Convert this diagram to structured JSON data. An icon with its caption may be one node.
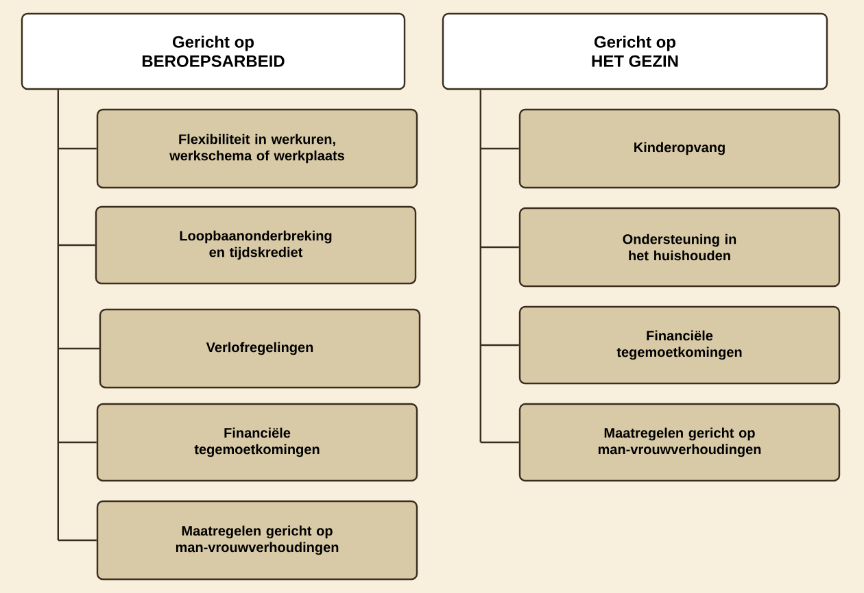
{
  "diagram": {
    "nodes": [
      {
        "text": [
          "Gericht op",
          "BEROEPSARBEID"
        ]
      },
      {
        "text": [
          "Flexibiliteit in werkuren, werkschema of werkplaats"
        ]
      },
      {
        "text": [
          "Loopbaanonderbreking en tijdskrediet"
        ]
      },
      {
        "text": [
          "Verlofregelingen"
        ]
      },
      {
        "text": [
          "Financiële tegemoetkomingen"
        ]
      },
      {
        "text": [
          "Maatregelen gericht op man-vrouwverhoudingen"
        ]
      },
      {
        "text": [
          "Gericht op",
          "HET GEZIN"
        ]
      },
      {
        "text": [
          "Kinderopvang"
        ]
      },
      {
        "text": [
          "Ondersteuning in het huishouden"
        ]
      },
      {
        "text": [
          "Financiële tegemoetkomingen"
        ]
      },
      {
        "text": [
          "Maatregelen gericht op man-vrouwverhoudingen"
        ]
      }
    ],
    "edges": [
      {
        "from": 0,
        "to": 1,
        "arrow": "none"
      },
      {
        "from": 0,
        "to": 2,
        "arrow": "none"
      },
      {
        "from": 0,
        "to": 3,
        "arrow": "none"
      },
      {
        "from": 0,
        "to": 4,
        "arrow": "none"
      },
      {
        "from": 0,
        "to": 5,
        "arrow": "none"
      },
      {
        "from": 6,
        "to": 7,
        "arrow": "none"
      },
      {
        "from": 6,
        "to": 8,
        "arrow": "none"
      },
      {
        "from": 6,
        "to": 9,
        "arrow": "none"
      },
      {
        "from": 6,
        "to": 10,
        "arrow": "none"
      }
    ]
  }
}
